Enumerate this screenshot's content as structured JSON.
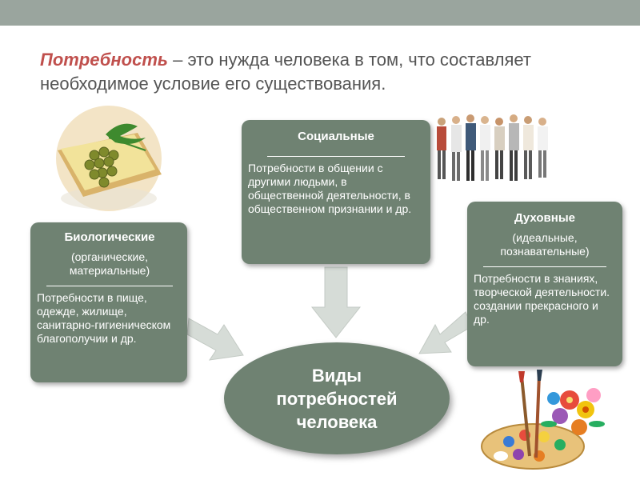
{
  "heading": {
    "term": "Потребность",
    "text": " – это нужда человека в том, что составляет необходимое условие его существования."
  },
  "center": {
    "label": "Виды потребностей человека"
  },
  "boxes": {
    "biological": {
      "title": "Биологические",
      "subtitle": "(органические, материальные)",
      "description": "Потребности в пище, одежде, жилище, санитарно-гигиеническом благополучии и др."
    },
    "social": {
      "title": "Социальные",
      "description": "Потребности в общении с другими людьми, в общественной деятельности, в общественном признании и др."
    },
    "spiritual": {
      "title": "Духовные",
      "subtitle": "(идеальные, познавательные)",
      "description": "Потребности в знаниях, творческой деятельности. создании прекрасного и др."
    }
  },
  "colors": {
    "topbar": "#9aa59e",
    "box": "#6f8272",
    "arrow": "#d6dcd7",
    "term": "#c0504d",
    "heading_text": "#555555"
  },
  "images": [
    "sandwich-photo",
    "people-group-photo",
    "palette-flowers-photo"
  ]
}
